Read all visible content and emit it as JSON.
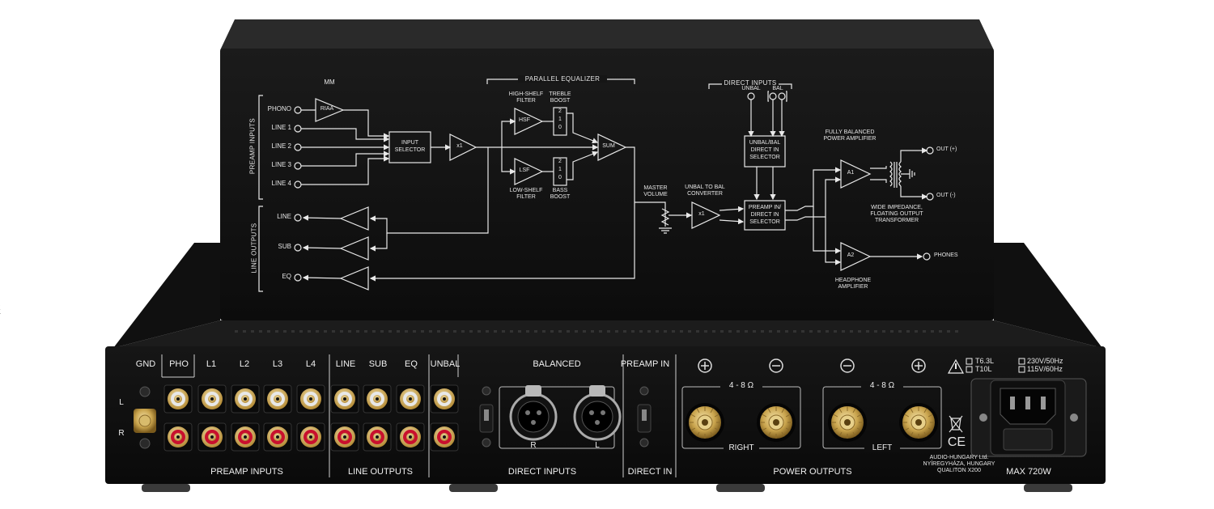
{
  "diagram": {
    "sections": {
      "preamp_inputs": "PREAMP INPUTS",
      "line_outputs": "LINE OUTPUTS",
      "parallel_equalizer": "PARALLEL EQUALIZER",
      "direct_inputs": "DIRECT INPUTS"
    },
    "inputs": [
      "PHONO",
      "LINE 1",
      "LINE 2",
      "LINE 3",
      "LINE 4"
    ],
    "outputs": [
      "LINE",
      "SUB",
      "EQ"
    ],
    "blocks": {
      "mm": "MM",
      "riaa": "RIAA",
      "input_selector_1": "INPUT",
      "input_selector_2": "SELECTOR",
      "x1": "x1",
      "hsf": "HSF",
      "lsf": "LSF",
      "sum": "SUM",
      "high_shelf_1": "HIGH-SHELF",
      "high_shelf_2": "FILTER",
      "low_shelf_1": "LOW-SHELF",
      "low_shelf_2": "FILTER",
      "treble_1": "TREBLE",
      "treble_2": "BOOST",
      "bass_1": "BASS",
      "bass_2": "BOOST",
      "boost_steps": [
        "2",
        "1",
        "0"
      ],
      "master_1": "MASTER",
      "master_2": "VOLUME",
      "unbal_to_bal_1": "UNBAL TO BAL",
      "unbal_to_bal_2": "CONVERTER",
      "unbal": "UNBAL",
      "bal": "BAL",
      "unbal_bal_sel_1": "UNBAL/BAL",
      "unbal_bal_sel_2": "DIRECT IN",
      "unbal_bal_sel_3": "SELECTOR",
      "preamp_sel_1": "PREAMP IN/",
      "preamp_sel_2": "DIRECT IN",
      "preamp_sel_3": "SELECTOR",
      "fully_bal_1": "FULLY BALANCED",
      "fully_bal_2": "POWER AMPLIFIER",
      "a1": "A1",
      "a2": "A2",
      "out_plus": "OUT (+)",
      "out_minus": "OUT (-)",
      "phones": "PHONES",
      "wide_1": "WIDE IMPEDANCE,",
      "wide_2": "FLOATING OUTPUT",
      "wide_3": "TRANSFORMER",
      "hp_1": "HEADPHONE",
      "hp_2": "AMPLIFIER"
    }
  },
  "rear_panel": {
    "top_labels": [
      "GND",
      "PHO",
      "L1",
      "L2",
      "L3",
      "L4",
      "LINE",
      "SUB",
      "EQ",
      "UNBAL"
    ],
    "balanced": "BALANCED",
    "preamp_in": "PREAMP IN",
    "side_l": "L",
    "side_r": "R",
    "xlr_r": "R",
    "xlr_l": "L",
    "ohm_label": "4 - 8 Ω",
    "right": "RIGHT",
    "left": "LEFT",
    "bottom_labels": {
      "preamp_inputs": "PREAMP INPUTS",
      "line_outputs": "LINE OUTPUTS",
      "direct_inputs": "DIRECT INPUTS",
      "direct_in": "DIRECT IN",
      "power_outputs": "POWER OUTPUTS",
      "max": "MAX 720W"
    },
    "fuse_1": "T6.3L",
    "fuse_2": "T10L",
    "voltage_1": "230V/50Hz",
    "voltage_2": "115V/60Hz",
    "maker_1": "AUDIO-HUNGARY Ltd.",
    "maker_2": "NYÍREGYHÁZA, HUNGARY",
    "maker_3": "QUALITON X200",
    "ce": "CE"
  }
}
